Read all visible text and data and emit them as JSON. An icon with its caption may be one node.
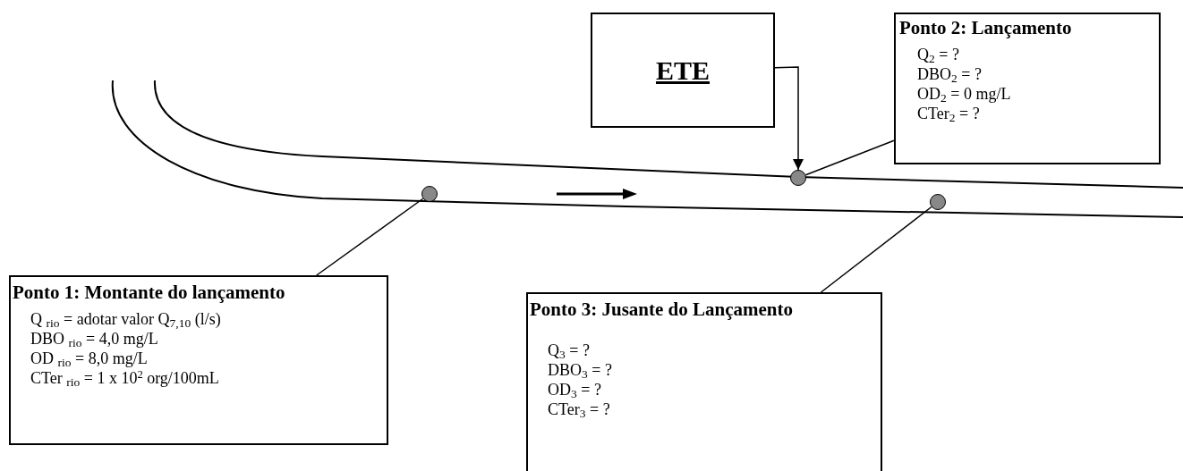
{
  "diagram": {
    "nodes": [
      {
        "text": [
          "ETE"
        ]
      },
      {
        "text": [
          "Ponto 2: Lançamento",
          "Q$_{2}$ = ?",
          "DBO$_{2}$ = ?",
          "OD$_{2}$ = 0 mg/L",
          "CTer$_{2}$ = ?"
        ]
      },
      {
        "text": [],
        "shape": "circle"
      },
      {
        "text": [],
        "shape": "circle"
      },
      {
        "text": [],
        "shape": "circle"
      },
      {
        "text": [
          "Ponto 1: Montante do lançamento",
          "Q $_{rio}$ = adotar valor Q$_{7,10}$ (l/s)",
          "DBO $_{rio}$ = 4,0 mg/L",
          "OD $_{rio}$ = 8,0 mg/L",
          "CTer $_{rio}$ = 1 x 10$^{2}$ org/100mL"
        ]
      },
      {
        "text": [
          "Ponto 3: Jusante do Lançamento",
          "Q$_{3}$ = ?",
          "DBO$_{3}$ = ?",
          "OD$_{3}$ = ?",
          "CTer$_{3}$ = ?"
        ]
      }
    ],
    "edges": [
      {
        "from": 0,
        "to": 3,
        "arrow": "to"
      },
      {
        "from": 1,
        "to": 3,
        "arrow": "none"
      },
      {
        "from": 5,
        "to": 2,
        "arrow": "none"
      },
      {
        "from": 6,
        "to": 4,
        "arrow": "none"
      }
    ]
  }
}
